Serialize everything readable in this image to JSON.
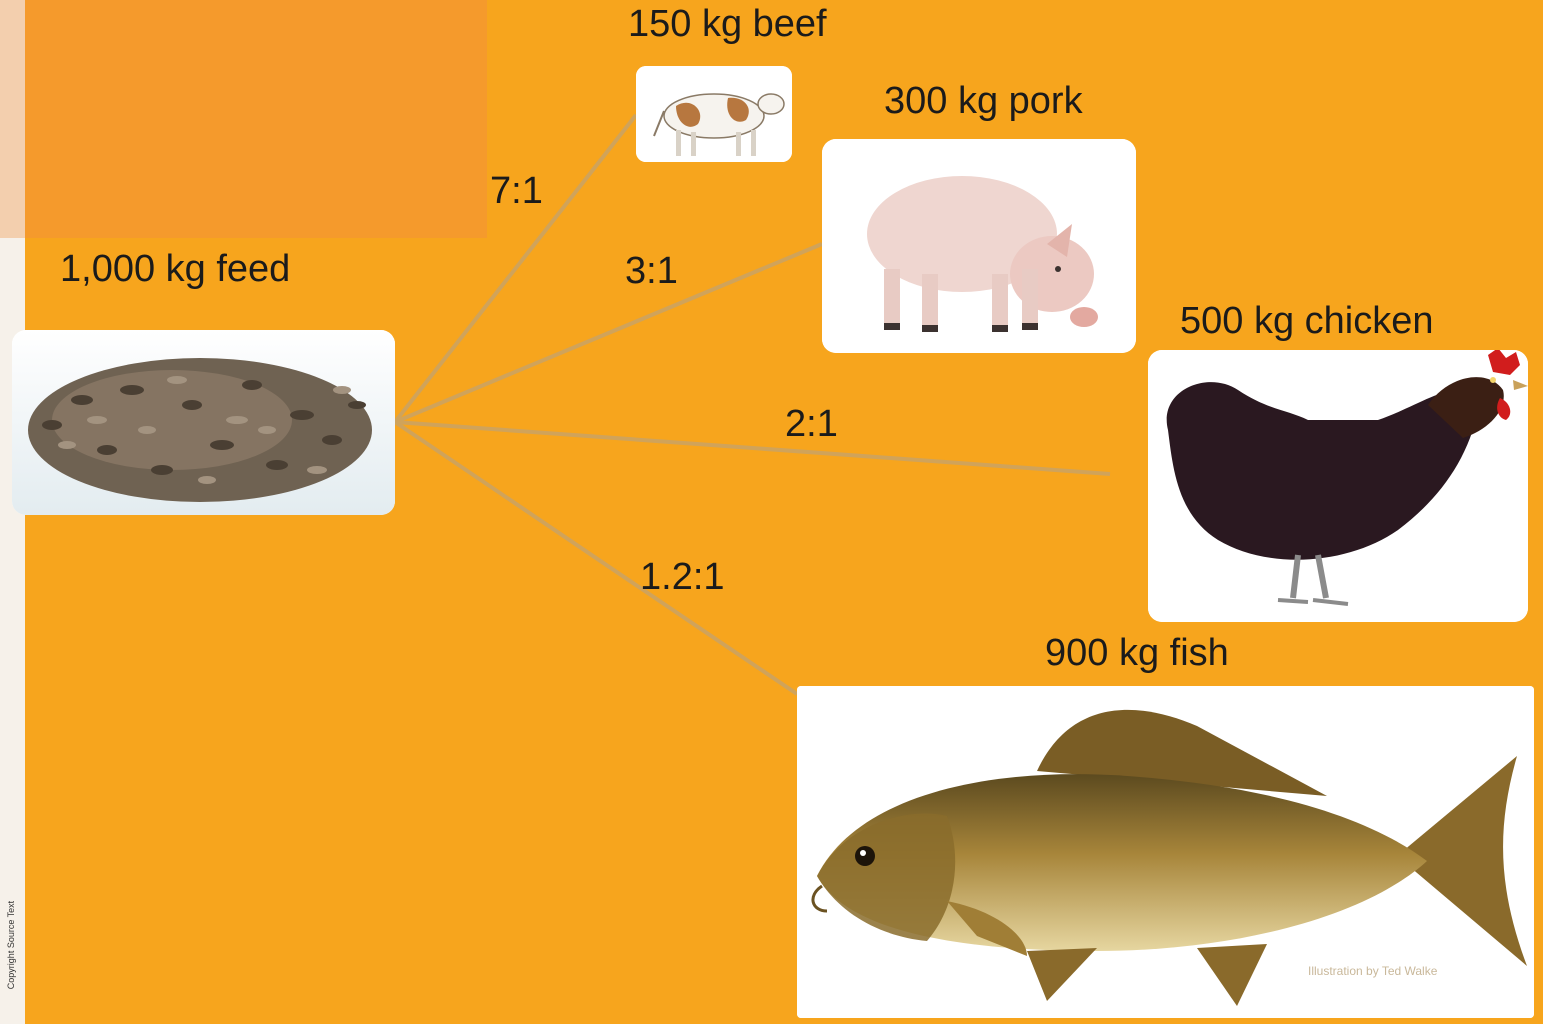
{
  "source": {
    "label": "1,000 kg feed",
    "image": "feed-pellets"
  },
  "outputs": [
    {
      "label": "150 kg beef",
      "ratio": "7:1",
      "image": "cow"
    },
    {
      "label": "300 kg pork",
      "ratio": "3:1",
      "image": "pig"
    },
    {
      "label": "500 kg chicken",
      "ratio": "2:1",
      "image": "chicken"
    },
    {
      "label": "900 kg fish",
      "ratio": "1.2:1",
      "image": "fish"
    }
  ],
  "credit": "Illustration by Ted Walke",
  "copyright": "Copyright Source Text",
  "colors": {
    "background": "#f7a51d",
    "connector": "#d0a35a",
    "card": "#ffffff"
  }
}
